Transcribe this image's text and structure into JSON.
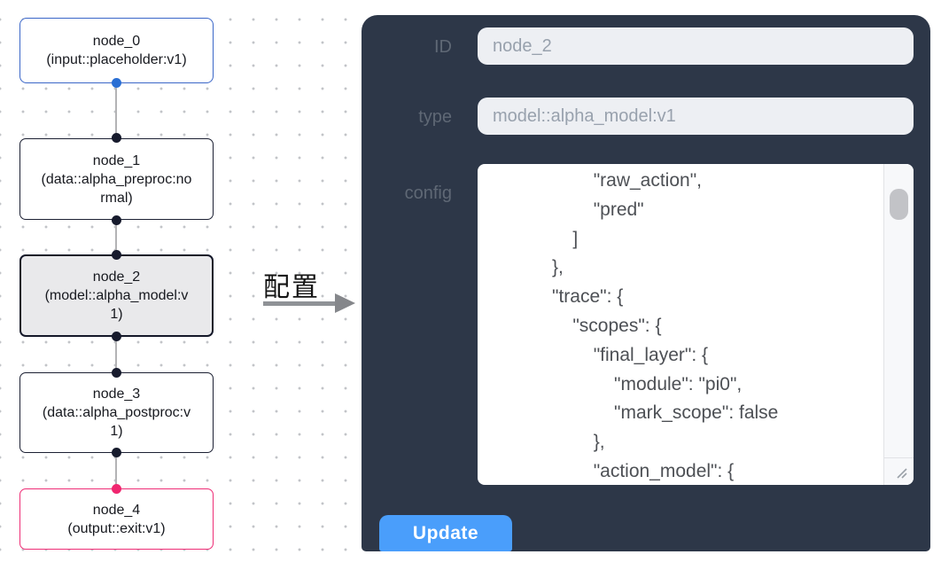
{
  "flow": {
    "nodes": [
      {
        "title": "node_0",
        "subtitle": "(input::placeholder:v1)",
        "kind": "input"
      },
      {
        "title": "node_1",
        "subtitle": "(data::alpha_preproc:normal)",
        "kind": "process"
      },
      {
        "title": "node_2",
        "subtitle": "(model::alpha_model:v1)",
        "kind": "model-selected"
      },
      {
        "title": "node_3",
        "subtitle": "(data::alpha_postproc:v1)",
        "kind": "process"
      },
      {
        "title": "node_4",
        "subtitle": "(output::exit:v1)",
        "kind": "output"
      }
    ]
  },
  "annotation": {
    "label": "配置"
  },
  "panel": {
    "id_field": {
      "label": "ID",
      "value": "node_2"
    },
    "type_field": {
      "label": "type",
      "value": "model::alpha_model:v1"
    },
    "config_field": {
      "label": "config",
      "value": "                    \"raw_action\",\n                    \"pred\"\n                ]\n            },\n            \"trace\": {\n                \"scopes\": {\n                    \"final_layer\": {\n                        \"module\": \"pi0\",\n                        \"mark_scope\": false\n                    },\n                    \"action_model\": {"
    },
    "update_button": "Update"
  },
  "colors": {
    "panel_bg": "#2d3748",
    "accent_blue": "#4a9efb",
    "input_node_border": "#3a66c8",
    "output_node_border": "#ee2d76",
    "selected_node_bg": "#e9e9eb",
    "port_blue": "#2a6fd4",
    "port_pink": "#f0266f",
    "port_dark": "#171b2d"
  }
}
